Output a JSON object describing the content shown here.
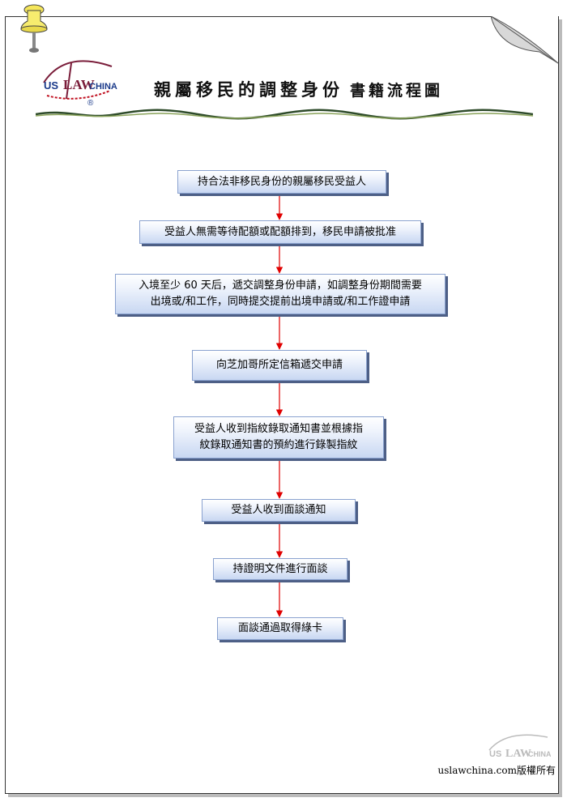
{
  "logo": {
    "text_left": "US",
    "text_mid": "LAW",
    "text_right": "CHINA",
    "registered": "®"
  },
  "header": {
    "title": "親屬移民的調整身份",
    "subtitle": "書籍流程圖"
  },
  "steps": [
    "持合法非移民身份的親屬移民受益人",
    "受益人無需等待配額或配額排到，移民申請被批准",
    "入境至少 60 天后，遞交調整身份申請，如調整身份期間需要\n出境或/和工作，同時提交提前出境申請或/和工作證申請",
    "向芝加哥所定信箱遞交申請",
    "受益人收到指紋錄取通知書並根據指\n紋錄取通知書的預約進行錄製指紋",
    "受益人收到面談通知",
    "持證明文件進行面談",
    "面談通過取得綠卡"
  ],
  "footer": {
    "copyright": "uslawchina.com版權所有"
  },
  "colors": {
    "arrow": "#e00000",
    "box_border": "#8aa2cf",
    "box_shadow": "#4d5f86"
  }
}
